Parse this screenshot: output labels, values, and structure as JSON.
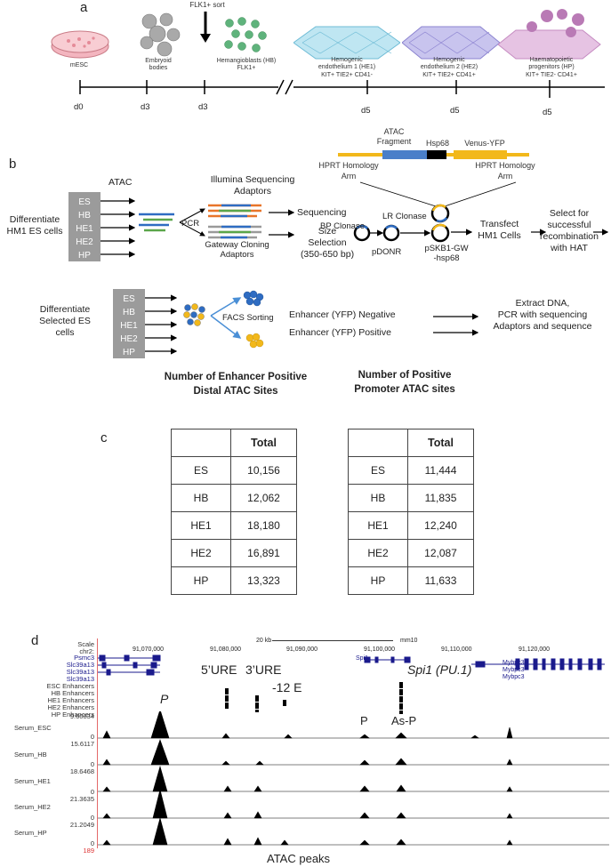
{
  "panels": {
    "a": "a",
    "b": "b",
    "c": "c",
    "d": "d"
  },
  "panel_a": {
    "sort_label": "FLK1+ sort",
    "stages": [
      {
        "name": "mESC",
        "markers": "",
        "day": "d0"
      },
      {
        "name": "Embryoid\nbodies",
        "markers": "",
        "day": "d3"
      },
      {
        "name": "Hemangioblasts (HB)",
        "markers": "FLK1+",
        "day": "d3"
      },
      {
        "name": "Hemogenic\nendothelium 1 (HE1)",
        "markers": "KIT+  TIE2+  CD41-",
        "day": "d5"
      },
      {
        "name": "Hemogenic\nendothelium 2 (HE2)",
        "markers": "KIT+  TIE2+  CD41+",
        "day": "d5"
      },
      {
        "name": "Haematopoietic\nprogenitors (HP)",
        "markers": "KIT+  TIE2-  CD41+",
        "day": "d5"
      }
    ]
  },
  "panel_b": {
    "top_cells": [
      "ES",
      "HB",
      "HE1",
      "HE2",
      "HP"
    ],
    "differentiate_top": "Differentiate\nHM1 ES cells",
    "atac": "ATAC",
    "illumina": "Illumina Sequencing\nAdaptors",
    "pcr": "PCR",
    "gateway": "Gateway Cloning\nAdaptors",
    "sequencing": "Sequencing",
    "size_selection": "Size\nSelection\n(350-650 bp)",
    "bp_clonase": "BP Clonase",
    "pdonr": "pDONR",
    "lr_clonase": "LR Clonase",
    "pskb": "pSKB1-GW\n-hsp68",
    "transfect": "Transfect\nHM1 Cells",
    "select": "Select for\nsuccessful\nrecombination\nwith HAT",
    "construct": {
      "atac_fragment": "ATAC\nFragment",
      "hsp68": "Hsp68",
      "venus": "Venus-YFP",
      "hprt_left": "HPRT Homology\nArm",
      "hprt_right": "HPRT Homology\nArm"
    },
    "bottom_cells": [
      "ES",
      "HB",
      "HE1",
      "HE2",
      "HP"
    ],
    "differentiate_bottom": "Differentiate\nSelected ES\ncells",
    "facs": "FACS Sorting",
    "negative": "Enhancer (YFP) Negative",
    "positive": "Enhancer (YFP) Positive",
    "extract": "Extract DNA,\nPCR with sequencing\nAdaptors and sequence"
  },
  "panel_c": {
    "table1": {
      "title": "Number of Enhancer Positive\nDistal ATAC Sites",
      "header": "Total",
      "rows": [
        [
          "ES",
          "10,156"
        ],
        [
          "HB",
          "12,062"
        ],
        [
          "HE1",
          "18,180"
        ],
        [
          "HE2",
          "16,891"
        ],
        [
          "HP",
          "13,323"
        ]
      ]
    },
    "table2": {
      "title": "Number of Positive\nPromoter ATAC sites",
      "header": "Total",
      "rows": [
        [
          "ES",
          "11,444"
        ],
        [
          "HB",
          "11,835"
        ],
        [
          "HE1",
          "12,240"
        ],
        [
          "HE2",
          "12,087"
        ],
        [
          "HP",
          "11,633"
        ]
      ]
    }
  },
  "panel_d": {
    "scale_label": "Scale",
    "chr_label": "chr2:",
    "scale_bar": "20 kb",
    "assembly": "mm10",
    "coords": [
      "91,070,000",
      "91,080,000",
      "91,090,000",
      "91,100,000",
      "91,110,000",
      "91,120,000"
    ],
    "genes_left": [
      "Psmc3",
      "Slc39a13",
      "Slc39a13",
      "Slc39a13"
    ],
    "gene_spi1_small": "Spi1",
    "genes_right": [
      "Mybpc3",
      "Mybpc3",
      "Mybpc3"
    ],
    "enhancer_tracks": [
      "ESC Enhancers",
      "HB Enhancers",
      "HE1 Enhancers",
      "HE2 Enhancers",
      "HP Enhancers"
    ],
    "annotations": {
      "ure5": "5’URE",
      "ure3": "3’URE",
      "e12": "-12 E",
      "gene": "Spi1 (PU.1)",
      "p1": "P",
      "p2": "P",
      "asp": "As-P"
    },
    "signal_tracks": [
      {
        "name": "Serum_ESC",
        "max": "9.60834",
        "min": "0"
      },
      {
        "name": "Serum_HB",
        "max": "15.6117",
        "min": "0"
      },
      {
        "name": "Serum_HE1",
        "max": "18.6468",
        "min": "0"
      },
      {
        "name": "Serum_HE2",
        "max": "21.3635",
        "min": "0"
      },
      {
        "name": "Serum_HP",
        "max": "21.2049",
        "min": "0"
      }
    ],
    "bottom_value": "189",
    "caption": "ATAC peaks"
  }
}
